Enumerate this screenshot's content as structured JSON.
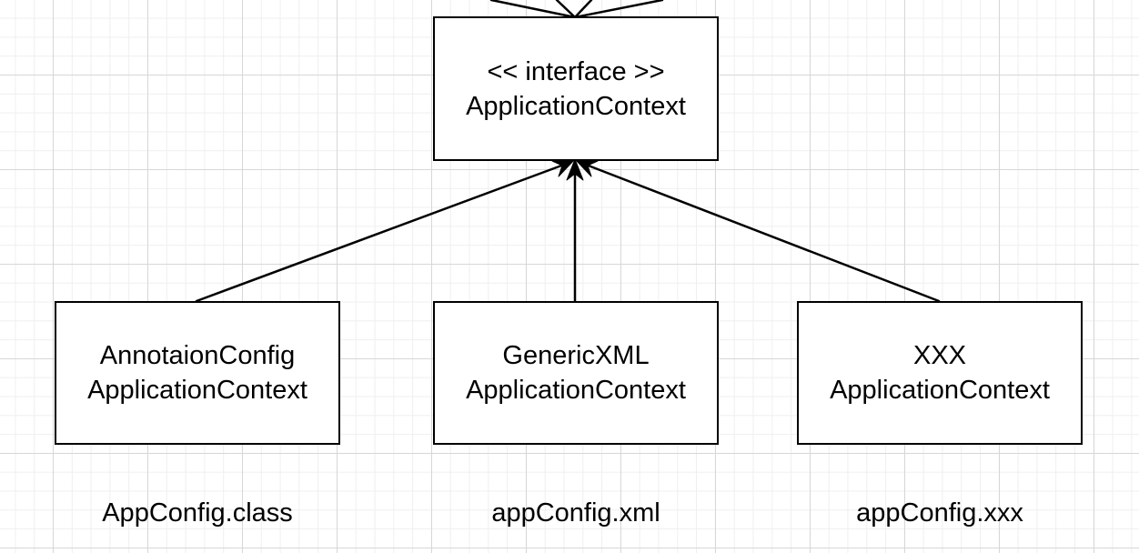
{
  "diagram": {
    "interface_node": {
      "stereotype": "<< interface >>",
      "name": "ApplicationContext"
    },
    "implementations": [
      {
        "line1": "AnnotaionConfig",
        "line2": "ApplicationContext",
        "source": "AppConfig.class"
      },
      {
        "line1": "GenericXML",
        "line2": "ApplicationContext",
        "source": "appConfig.xml"
      },
      {
        "line1": "XXX",
        "line2": "ApplicationContext",
        "source": "appConfig.xxx"
      }
    ],
    "colors": {
      "stroke": "#000000",
      "box_fill": "#ffffff",
      "grid_major": "#d7d7d7",
      "grid_minor": "#efefef"
    }
  }
}
